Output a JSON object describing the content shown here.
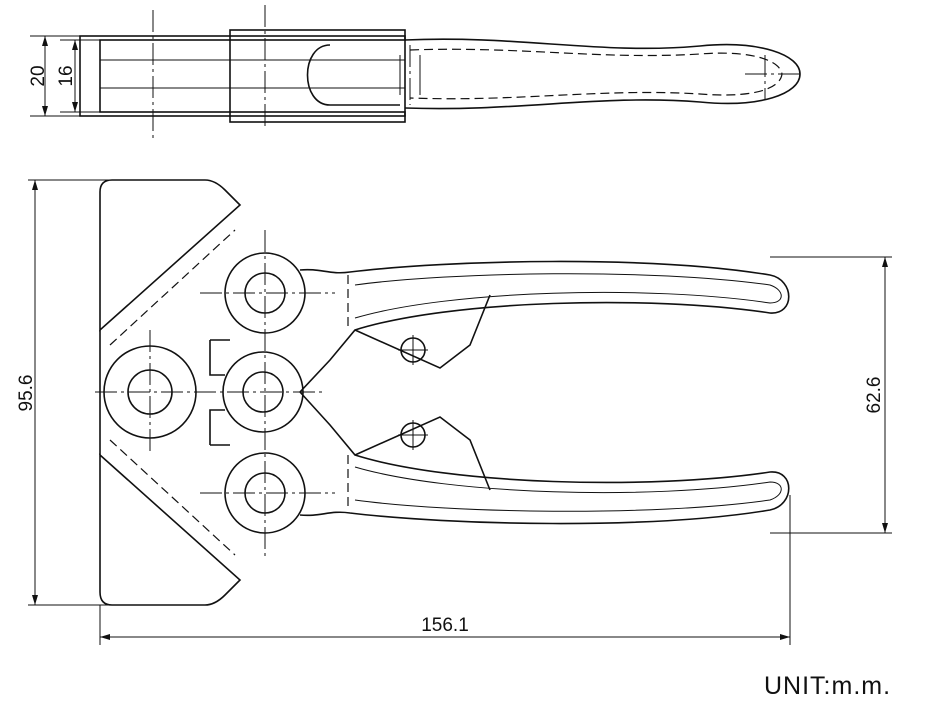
{
  "drawing": {
    "dimensions": {
      "top_overall_height": "20",
      "top_inner_height": "16",
      "overall_height": "95.6",
      "handle_span": "62.6",
      "overall_length": "156.1"
    },
    "unit_label": "UNIT:m.m."
  }
}
